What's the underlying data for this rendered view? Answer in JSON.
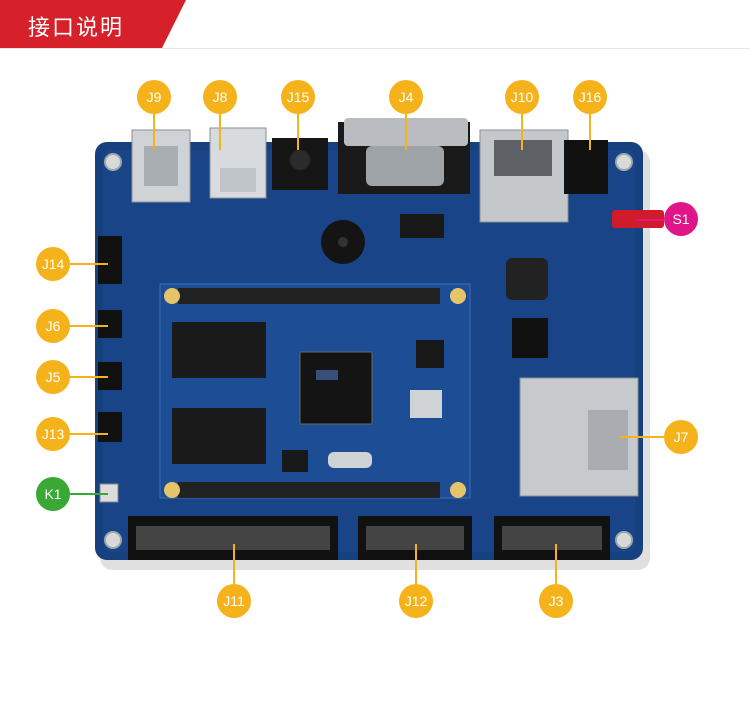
{
  "header": {
    "title": "接口说明"
  },
  "colors": {
    "header_red": "#d6202a",
    "callout_orange": "#f6b21a",
    "callout_green": "#3aa835",
    "callout_pink": "#e0158a",
    "board_blue": "#17407e"
  },
  "callouts": [
    {
      "id": "J9",
      "label": "J9",
      "color": "#f6b21a"
    },
    {
      "id": "J8",
      "label": "J8",
      "color": "#f6b21a"
    },
    {
      "id": "J15",
      "label": "J15",
      "color": "#f6b21a"
    },
    {
      "id": "J4",
      "label": "J4",
      "color": "#f6b21a"
    },
    {
      "id": "J10",
      "label": "J10",
      "color": "#f6b21a"
    },
    {
      "id": "J16",
      "label": "J16",
      "color": "#f6b21a"
    },
    {
      "id": "S1",
      "label": "S1",
      "color": "#e0158a"
    },
    {
      "id": "J14",
      "label": "J14",
      "color": "#f6b21a"
    },
    {
      "id": "J6",
      "label": "J6",
      "color": "#f6b21a"
    },
    {
      "id": "J5",
      "label": "J5",
      "color": "#f6b21a"
    },
    {
      "id": "J13",
      "label": "J13",
      "color": "#f6b21a"
    },
    {
      "id": "K1",
      "label": "K1",
      "color": "#3aa835"
    },
    {
      "id": "J7",
      "label": "J7",
      "color": "#f6b21a"
    },
    {
      "id": "J11",
      "label": "J11",
      "color": "#f6b21a"
    },
    {
      "id": "J12",
      "label": "J12",
      "color": "#f6b21a"
    },
    {
      "id": "J3",
      "label": "J3",
      "color": "#f6b21a"
    }
  ]
}
